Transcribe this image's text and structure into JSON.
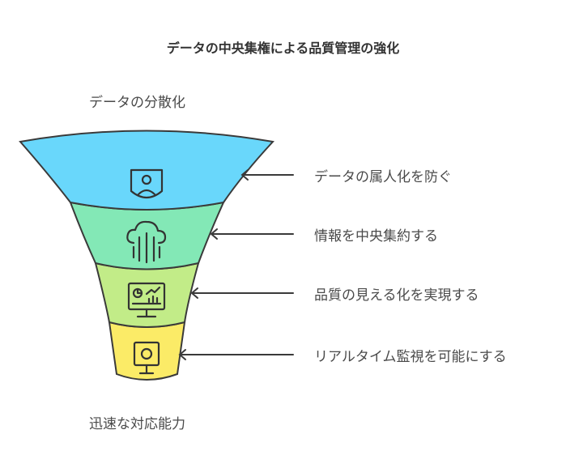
{
  "title": "データの中央集権による品質管理の強化",
  "top_label": "データの分散化",
  "bottom_label": "迅速な対応能力",
  "stages": [
    {
      "label": "データの属人化を防ぐ",
      "icon": "user-shield-icon",
      "color": "#69d7fb"
    },
    {
      "label": "情報を中央集約する",
      "icon": "cloud-network-icon",
      "color": "#83e8b6"
    },
    {
      "label": "品質の見える化を実現する",
      "icon": "dashboard-monitor-icon",
      "color": "#c2ec88"
    },
    {
      "label": "リアルタイム監視を可能にする",
      "icon": "camera-monitor-icon",
      "color": "#fbeb67"
    }
  ]
}
